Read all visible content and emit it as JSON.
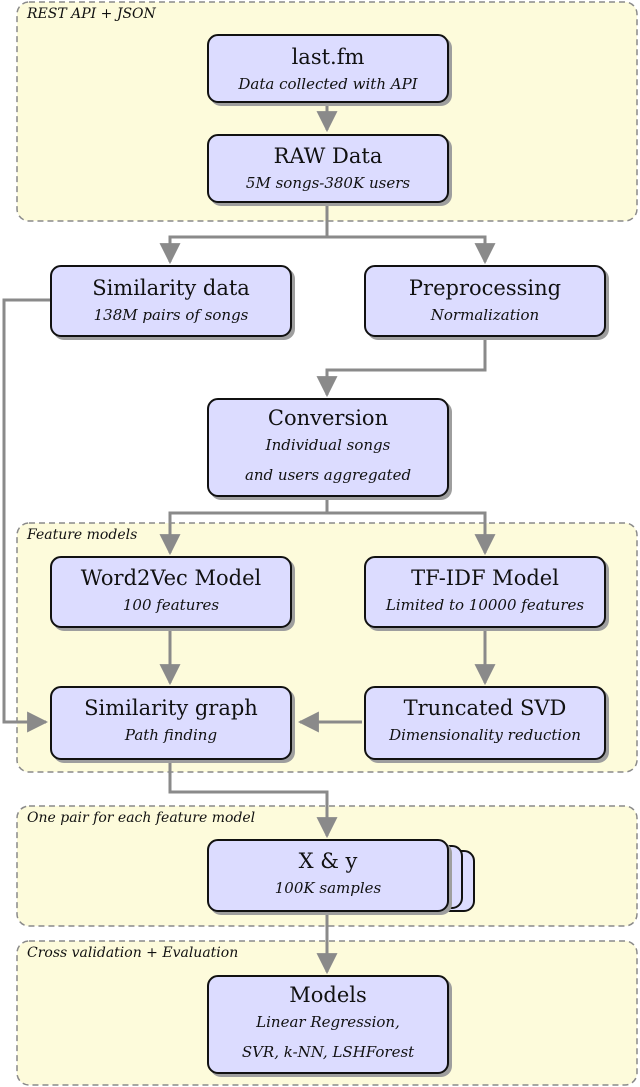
{
  "groups": {
    "rest": "REST API + JSON",
    "features": "Feature models",
    "pairs": "One pair for each feature model",
    "cv": "Cross validation + Evaluation"
  },
  "nodes": {
    "lastfm": {
      "title": "last.fm",
      "sub": "Data collected with API"
    },
    "raw": {
      "title": "RAW Data",
      "sub": "5M songs-380K users"
    },
    "similarity": {
      "title": "Similarity data",
      "sub": "138M pairs of songs"
    },
    "preprocessing": {
      "title": "Preprocessing",
      "sub": "Normalization"
    },
    "conversion": {
      "title": "Conversion",
      "sub1": "Individual songs",
      "sub2": "and users aggregated"
    },
    "word2vec": {
      "title": "Word2Vec Model",
      "sub": "100 features"
    },
    "tfidf": {
      "title": "TF-IDF Model",
      "sub": "Limited to 10000 features"
    },
    "simgraph": {
      "title": "Similarity graph",
      "sub": "Path finding"
    },
    "svd": {
      "title": "Truncated SVD",
      "sub": "Dimensionality reduction"
    },
    "xy": {
      "title": "X & y",
      "sub": "100K samples"
    },
    "models": {
      "title": "Models",
      "sub1": "Linear Regression,",
      "sub2": "SVR, k-NN, LSHForest"
    }
  },
  "colors": {
    "node_fill": "#dcdcff",
    "group_fill": "#fdfbdb",
    "edge": "#8a8a8a"
  }
}
